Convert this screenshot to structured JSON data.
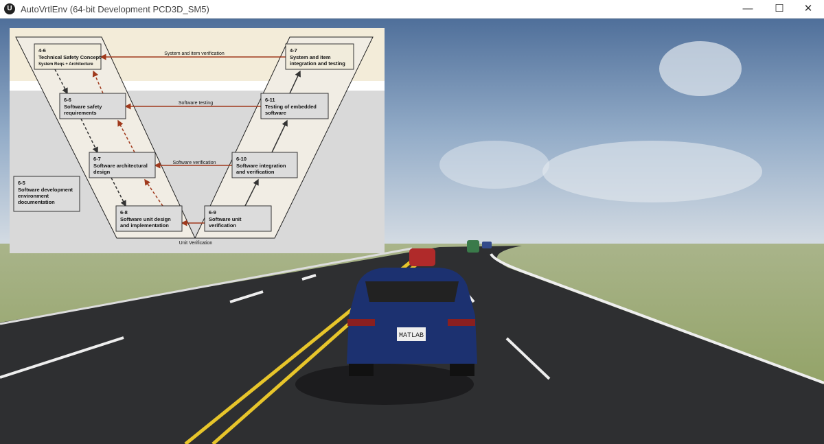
{
  "window": {
    "title": "AutoVrtlEnv (64-bit Development PCD3D_SM5)",
    "minimize": "—",
    "maximize": "☐",
    "close": "✕"
  },
  "diagram": {
    "boxes": [
      {
        "id": "4-6",
        "lines": [
          "Technical Safety Concept",
          "System Reqs + Architecture"
        ]
      },
      {
        "id": "4-7",
        "lines": [
          "System and item",
          "integration and testing"
        ]
      },
      {
        "id": "6-6",
        "lines": [
          "Software safety",
          "requirements"
        ]
      },
      {
        "id": "6-11",
        "lines": [
          "Testing of embedded",
          "software"
        ]
      },
      {
        "id": "6-7",
        "lines": [
          "Software architectural",
          "design"
        ]
      },
      {
        "id": "6-10",
        "lines": [
          "Software integration",
          "and verification"
        ]
      },
      {
        "id": "6-5",
        "lines": [
          "Software development",
          "environment",
          "documentation"
        ]
      },
      {
        "id": "6-8",
        "lines": [
          "Software unit design",
          "and implementation"
        ]
      },
      {
        "id": "6-9",
        "lines": [
          "Software unit",
          "verification"
        ]
      }
    ],
    "arrow_labels": {
      "system": "System and item verification",
      "testing": "Software testing",
      "verification": "Software verification",
      "unit": "Unit Verification"
    },
    "colors": {
      "arrow": "#a0391c",
      "beige": "#f3ecd9",
      "grey": "#d9d9d9"
    }
  },
  "scene": {
    "license_plate": "MATLAB"
  }
}
